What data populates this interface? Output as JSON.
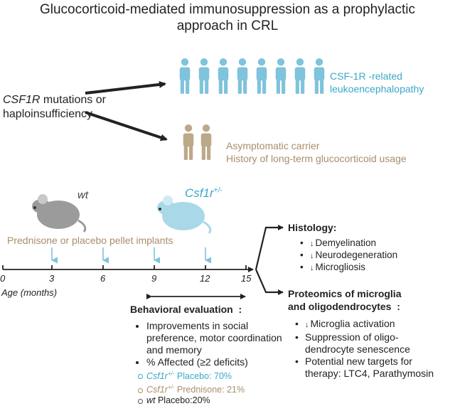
{
  "title": {
    "line1": "Glucocorticoid-mediated immunosuppression as a prophylactic",
    "line2": "approach in CRL"
  },
  "source": {
    "gene": "CSF1R",
    "line1_rest": " mutations or",
    "line2": "haploinsufficiency"
  },
  "outcomes": {
    "affected_line1": "CSF-1R -related",
    "affected_line2": "leukoencephalopathy",
    "carrier_line1": "Asymptomatic carrier",
    "carrier_line2": "History of long-term glucocorticoid usage"
  },
  "mice": {
    "wt_label": "wt",
    "csf_label": "Csf1r",
    "csf_sup": "+/-",
    "implant_text": "Prednisone or placebo pellet implants"
  },
  "timeline": {
    "ticks": [
      "0",
      "3",
      "6",
      "9",
      "12",
      "15"
    ],
    "axis_label": "Age (months)"
  },
  "behavior": {
    "heading": "Behavioral evaluation",
    "colon": ":",
    "item1": "Improvements in social preference, motor coordination and memory",
    "item2": "% Affected (≥2 deficits)",
    "sub1_gene": "Csf1r",
    "sub1_sup": "+/-",
    "sub1_rest": " Placebo: 70%",
    "sub2_gene": "Csf1r",
    "sub2_sup": "+/-",
    "sub2_rest": " Prednisone: 21%",
    "sub3_gene": "wt",
    "sub3_rest": " Placebo:20%"
  },
  "histology": {
    "heading": "Histology:",
    "items": [
      "Demyelination",
      "Neurodegeneration",
      "Microgliosis"
    ]
  },
  "proteomics": {
    "heading_line1": "Proteomics of microglia",
    "heading_line2": "and oligodendrocytes",
    "colon": ":",
    "item1": "Microglia activation",
    "item2": "Suppression of oligo-dendrocyte senescence",
    "item3": "Potential new targets for therapy: LTC4, Parathymosin"
  },
  "colors": {
    "teal": "#3aa8c8",
    "tan": "#a98e6b",
    "mouse_grey": "#9b9b9b",
    "mouse_blue": "#a9d8e8"
  }
}
